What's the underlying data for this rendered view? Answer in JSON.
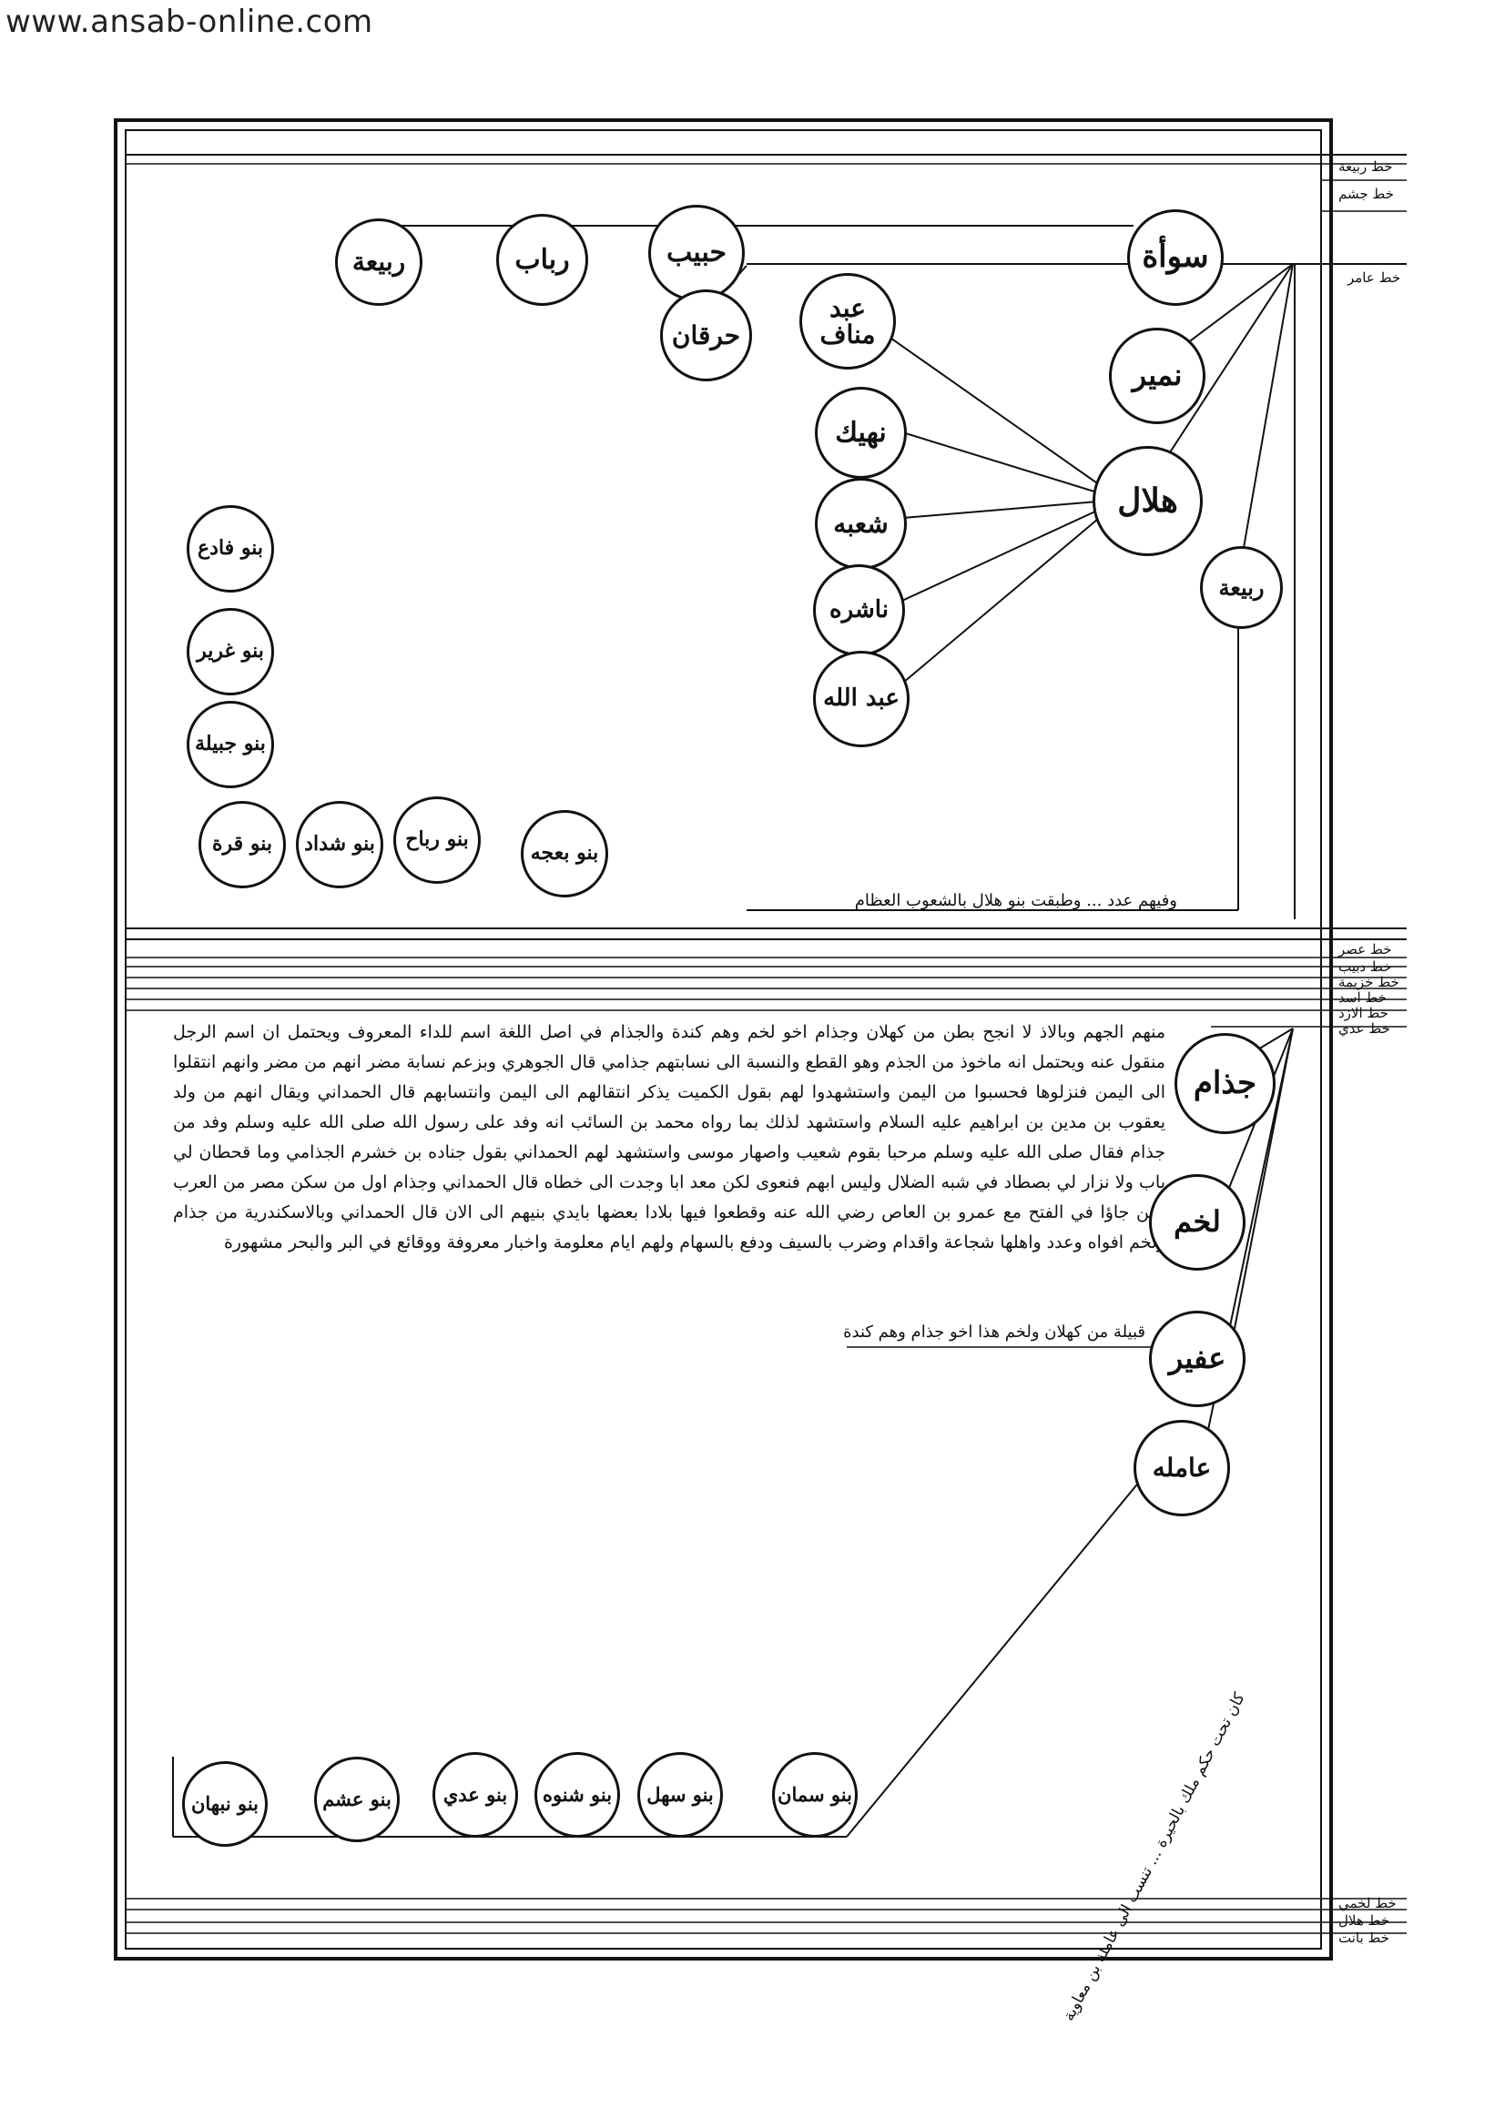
{
  "watermark": "www.ansab-online.com",
  "top_section": {
    "main_nodes": {
      "sowah": "سوأة",
      "rabiah_top": "ربيعة",
      "rabab": "رباب",
      "habib": "حبيب",
      "harqan": "حرقان",
      "numair": "نمير",
      "hilal": "هلال",
      "rabiah_right": "ربيعة",
      "abd_manaf": "عبد مناف",
      "nahik": "نهيك",
      "shubah": "شعبه",
      "nashirah": "ناشره",
      "abdullah": "عبد الله"
    },
    "tribe_nodes": [
      "بنو فادع",
      "بنو غرير",
      "بنو جبيلة",
      "بنو قرة",
      "بنو شداد",
      "بنو رباح",
      "بنو بعجه"
    ],
    "footer_text": "وفيهم عدد ... وطبقت بنو هلال بالشعوب العظام"
  },
  "bottom_section": {
    "main_nodes": {
      "judham": "جذام",
      "lakhm": "لخم",
      "ufair": "عفير",
      "amilah": "عامله"
    },
    "tribe_nodes": [
      "بنو سمان",
      "بنو سهل",
      "بنو شنوه",
      "بنو عدي",
      "بنو عشم",
      "بنو نبهان"
    ],
    "paragraph": "منهم الجهم وبالاذ لا انجح بطن من كهلان وجذام اخو لخم وهم كندة والجذام في اصل اللغة اسم للداء المعروف ويحتمل ان اسم الرجل منقول عنه ويحتمل انه ماخوذ من الجذم وهو القطع والنسبة الى نسابتهم جذامي قال الجوهري وبزعم نسابة مضر انهم من مضر وانهم انتقلوا الى اليمن فنزلوها فحسبوا من اليمن واستشهدوا لهم بقول الكميت يذكر انتقالهم الى اليمن وانتسابهم قال الحمداني ويقال انهم من ولد يعقوب بن مدين بن ابراهيم عليه السلام واستشهد لذلك بما رواه محمد بن السائب انه وفد على رسول الله صلى الله عليه وسلم وفد من جذام فقال صلى الله عليه وسلم مرحبا بقوم شعيب واصهار موسى واستشهد لهم الحمداني بقول جناده بن خشرم الجذامي وما قحطان لي باب ولا نزار لي بصطاد في شبه الضلال وليس ابهم فنعوى لكن معد ابا وجدت الى خطاه قال الحمداني وجذام اول من سكن مصر من العرب حين جاؤا في الفتح مع عمرو بن العاص رضي الله عنه وقطعوا فيها بلادا بعضها بايدي بنيهم الى الان قال الحمداني وبالاسكندرية من جذام ولخم افواه وعدد واهلها شجاعة واقدام وضرب بالسيف ودفع بالسهام ولهم ايام معلومة واخبار معروفة ووقائع في البر والبحر مشهورة",
    "ufair_note": "قبيلة من كهلان ولخم هذا اخو جذام وهم كندة",
    "amilah_note": "كان تحت حكم ملك بالحيرة ... تنسب الى عاملة بن معاوية"
  },
  "margin_labels": {
    "top_group": [
      "خط ربيعة",
      "خط جشم"
    ],
    "amir": "خط عامر",
    "middle_group": [
      "خط عصر",
      "خط دبيب",
      "خط خزيمة",
      "خط اسد",
      "خط الازد",
      "خط عدي"
    ],
    "bottom_group": [
      "خط لخمي",
      "خط هلال",
      "خط بانت"
    ]
  }
}
